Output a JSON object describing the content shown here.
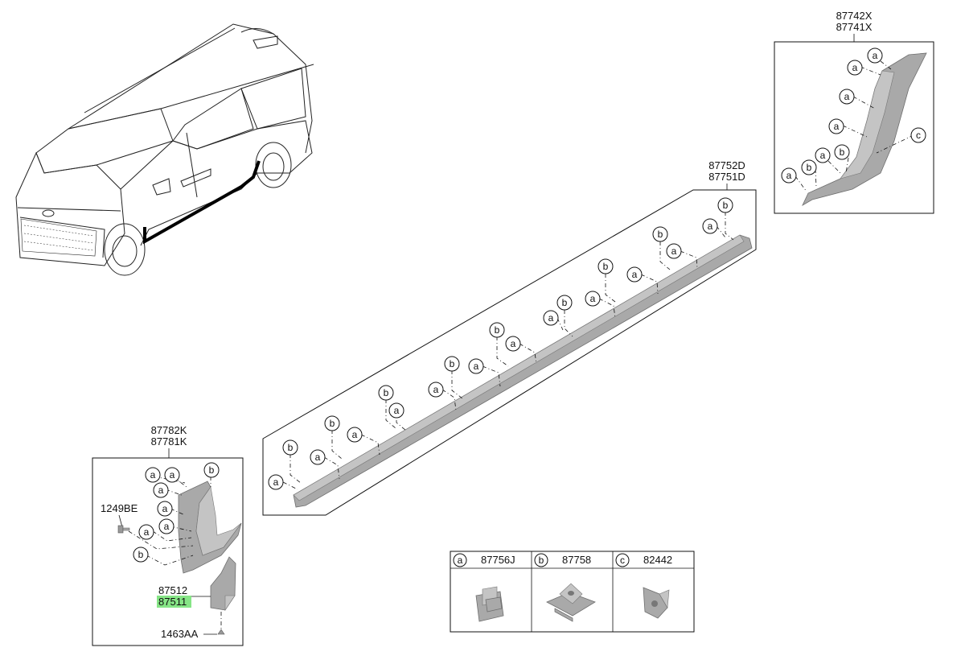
{
  "parts": {
    "pillar_upper": "87742X",
    "pillar_lower": "87741X",
    "sill_upper": "87752D",
    "sill_lower": "87751D",
    "arch_upper": "87782K",
    "arch_lower": "87781K",
    "bolt": "1249BE",
    "mud_upper": "87512",
    "mud_lower": "87511",
    "screw": "1463AA"
  },
  "legend": {
    "items": [
      {
        "letter": "a",
        "part": "87756J"
      },
      {
        "letter": "b",
        "part": "87758"
      },
      {
        "letter": "c",
        "part": "82442"
      }
    ]
  },
  "callouts": {
    "a": "a",
    "b": "b",
    "c": "c"
  },
  "highlight_color": "#86e586"
}
